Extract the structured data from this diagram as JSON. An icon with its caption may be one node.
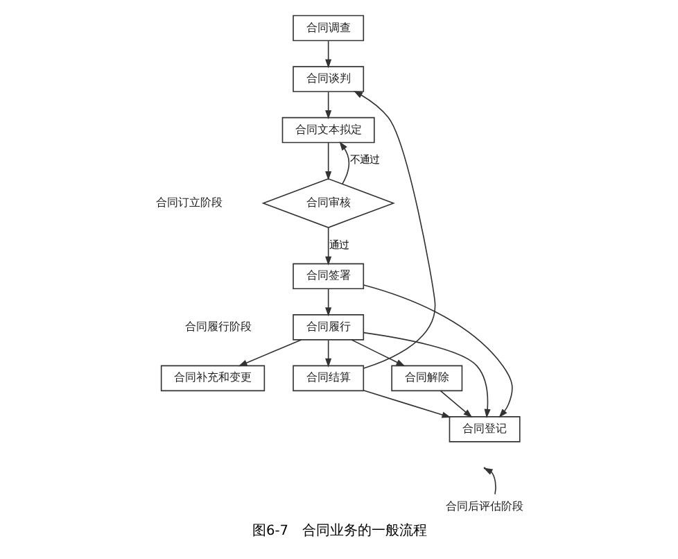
{
  "diagram": {
    "caption": "图6-7　合同业务的一般流程",
    "nodes": [
      {
        "text": [
          "合同调查"
        ]
      },
      {
        "text": [
          "合同谈判"
        ]
      },
      {
        "text": [
          "合同文本拟定"
        ]
      },
      {
        "text": [
          "合同审核"
        ]
      },
      {
        "text": [
          "合同签署"
        ]
      },
      {
        "text": [
          "合同履行"
        ]
      },
      {
        "text": [
          "合同补充和变更"
        ]
      },
      {
        "text": [
          "合同解除"
        ]
      },
      {
        "text": [
          "合同结算"
        ]
      },
      {
        "text": [
          "合同登记"
        ]
      },
      {
        "text": [
          "合同后评估阶段"
        ]
      }
    ],
    "edges": [
      {
        "from": 0,
        "to": 1,
        "arrow": "to"
      },
      {
        "from": 1,
        "to": 2,
        "arrow": "to"
      },
      {
        "from": 2,
        "to": 3,
        "arrow": "to"
      },
      {
        "from": 3,
        "to": 2,
        "arrow": "to",
        "label": "不通过"
      },
      {
        "from": 3,
        "to": 4,
        "arrow": "to",
        "label": "通过"
      },
      {
        "from": 4,
        "to": 5,
        "arrow": "to"
      },
      {
        "from": 5,
        "to": 6,
        "arrow": "to"
      },
      {
        "from": 5,
        "to": 8,
        "arrow": "to"
      },
      {
        "from": 5,
        "to": 7,
        "arrow": "to"
      },
      {
        "from": 4,
        "to": 9,
        "arrow": "to"
      },
      {
        "from": 5,
        "to": 9,
        "arrow": "to"
      },
      {
        "from": 8,
        "to": 9,
        "arrow": "to"
      },
      {
        "from": 7,
        "to": 9,
        "arrow": "to"
      },
      {
        "from": 8,
        "to": 1,
        "arrow": "to"
      },
      {
        "from": 10,
        "to": null,
        "arrow": "to"
      }
    ],
    "labels": [
      "合同订立阶段",
      "合同履行阶段"
    ]
  }
}
